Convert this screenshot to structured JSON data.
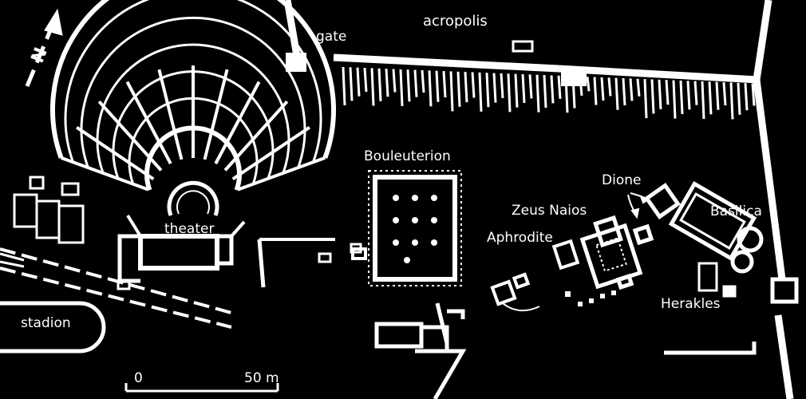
{
  "labels": {
    "acropolis": "acropolis",
    "gate": "gate",
    "bouleuterion": "Bouleuterion",
    "dione": "Dione",
    "zeus_naios": "Zeus Naios",
    "basilica": "Basilica",
    "aphrodite": "Aphrodite",
    "theater": "theater",
    "herakles": "Herakles",
    "stadion": "stadion"
  },
  "north_arrow": {
    "letter": "N"
  },
  "scale_bar": {
    "start": "0",
    "end": "50 m"
  },
  "colors": {
    "background": "#000000",
    "lines": "#ffffff"
  }
}
